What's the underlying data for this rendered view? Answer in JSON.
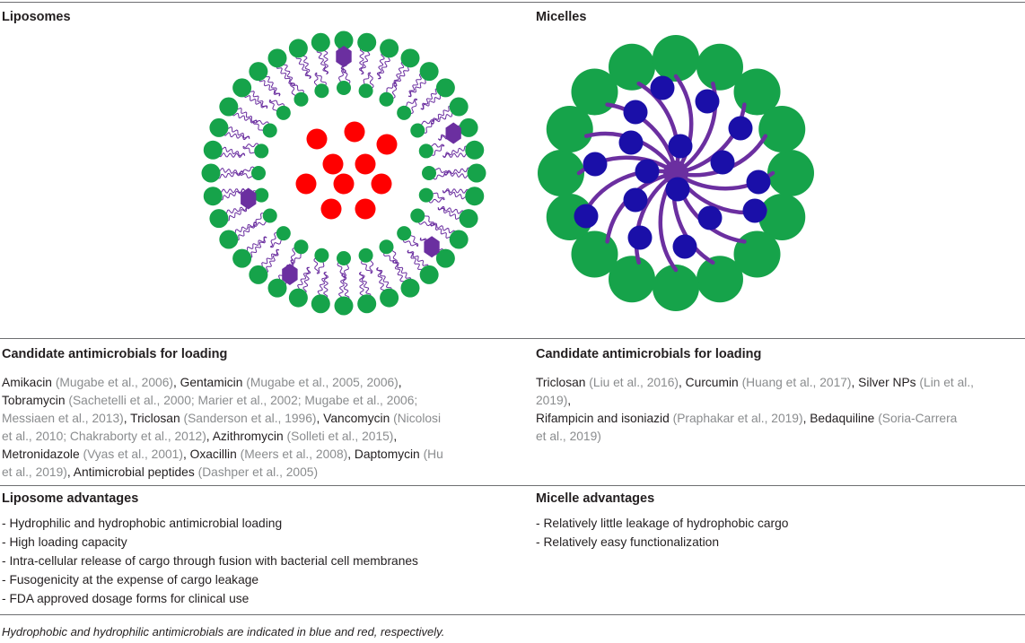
{
  "columns": {
    "left": {
      "title": "Liposomes",
      "candidates_header": "Candidate antimicrobials for loading",
      "candidates_lines": [
        [
          [
            "Amikacin ",
            false
          ],
          [
            "(Mugabe et al., 2006)",
            true
          ],
          [
            ", Gentamicin ",
            false
          ],
          [
            "(Mugabe et al., 2005, 2006)",
            true
          ],
          [
            ",",
            false
          ]
        ],
        [
          [
            "Tobramycin ",
            false
          ],
          [
            "(Sachetelli et al., 2000; Marier et al., 2002; Mugabe et al., 2006;",
            true
          ]
        ],
        [
          [
            "Messiaen et al., 2013)",
            true
          ],
          [
            ", Triclosan ",
            false
          ],
          [
            "(Sanderson et al., 1996)",
            true
          ],
          [
            ", Vancomycin ",
            false
          ],
          [
            "(Nicolosi",
            true
          ]
        ],
        [
          [
            "et al., 2010; Chakraborty et al., 2012)",
            true
          ],
          [
            ", Azithromycin ",
            false
          ],
          [
            "(Solleti et al., 2015)",
            true
          ],
          [
            ",",
            false
          ]
        ],
        [
          [
            "Metronidazole ",
            false
          ],
          [
            "(Vyas et al., 2001)",
            true
          ],
          [
            ", Oxacillin ",
            false
          ],
          [
            "(Meers et al., 2008)",
            true
          ],
          [
            ", Daptomycin ",
            false
          ],
          [
            "(Hu",
            true
          ]
        ],
        [
          [
            "et al., 2019)",
            true
          ],
          [
            ", Antimicrobial peptides ",
            false
          ],
          [
            "(Dashper et al., 2005)",
            true
          ]
        ]
      ],
      "advantages_header": "Liposome advantages",
      "advantages": [
        "Hydrophilic and hydrophobic antimicrobial loading",
        "High loading capacity",
        "Intra-cellular release of cargo through fusion with bacterial cell membranes",
        "Fusogenicity at the expense of cargo leakage",
        "FDA approved dosage forms for clinical use"
      ]
    },
    "right": {
      "title": "Micelles",
      "candidates_header": "Candidate antimicrobials for loading",
      "candidates_lines": [
        [
          [
            "Triclosan ",
            false
          ],
          [
            "(Liu et al., 2016)",
            true
          ],
          [
            ", Curcumin ",
            false
          ],
          [
            "(Huang et al., 2017)",
            true
          ],
          [
            ", Silver NPs ",
            false
          ],
          [
            "(Lin et al.,",
            true
          ]
        ],
        [
          [
            "2019)",
            true
          ],
          [
            ",",
            false
          ]
        ],
        [
          [
            "Rifampicin and isoniazid ",
            false
          ],
          [
            "(Praphakar et al., 2019)",
            true
          ],
          [
            ", Bedaquiline ",
            false
          ],
          [
            "(Soria-Carrera",
            true
          ]
        ],
        [
          [
            "et al., 2019)",
            true
          ]
        ]
      ],
      "advantages_header": "Micelle advantages",
      "advantages": [
        "Relatively little leakage of hydrophobic cargo",
        "Relatively easy functionalization"
      ]
    }
  },
  "footnote": "Hydrophobic and hydrophilic antimicrobials are indicated in blue and red, respectively.",
  "colors": {
    "headgroup_green": "#16a34a",
    "hydrophilic_red": "#ff0000",
    "hydrophobic_blue": "#1a0fa8",
    "tail_purple": "#6b2fa0",
    "rule_gray": "#6d6e71",
    "citation_gray": "#8a8c8e"
  }
}
